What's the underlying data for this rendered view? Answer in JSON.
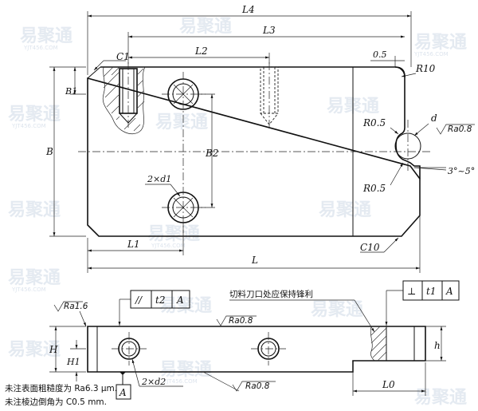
{
  "labels": {
    "L4": "L4",
    "L3": "L3",
    "L2": "L2",
    "L1": "L1",
    "L": "L",
    "B": "B",
    "B1": "B1",
    "B2": "B2",
    "C1": "C1",
    "C10": "C10",
    "R10": "R10",
    "v05": "0.5",
    "R05a": "R0.5",
    "R05b": "R0.5",
    "d": "d",
    "angle": "3°~5°",
    "hole_d1": "2×d1",
    "hole_d2": "2×d2",
    "H": "H",
    "H1": "H1",
    "h": "h",
    "L0": "L0",
    "parallel_symbol": "//",
    "parallel_tol": "t2",
    "datum": "A",
    "perp_symbol": "⊥",
    "perp_tol": "t1",
    "perp_datum": "A",
    "datum_box": "A",
    "ra08_a": "Ra0.8",
    "ra08_b": "Ra0.8",
    "ra08_c": "Ra0.8",
    "ra16": "Ra1.6"
  },
  "notes": {
    "edge_note": "切料刀口处应保持锋利",
    "note1": "未注表面粗糙度为 Ra6.3 μm.",
    "note2": "未注棱边倒角为 C0.5 mm."
  },
  "watermark": {
    "brand": "易聚通",
    "site": "YJT456.COM"
  }
}
